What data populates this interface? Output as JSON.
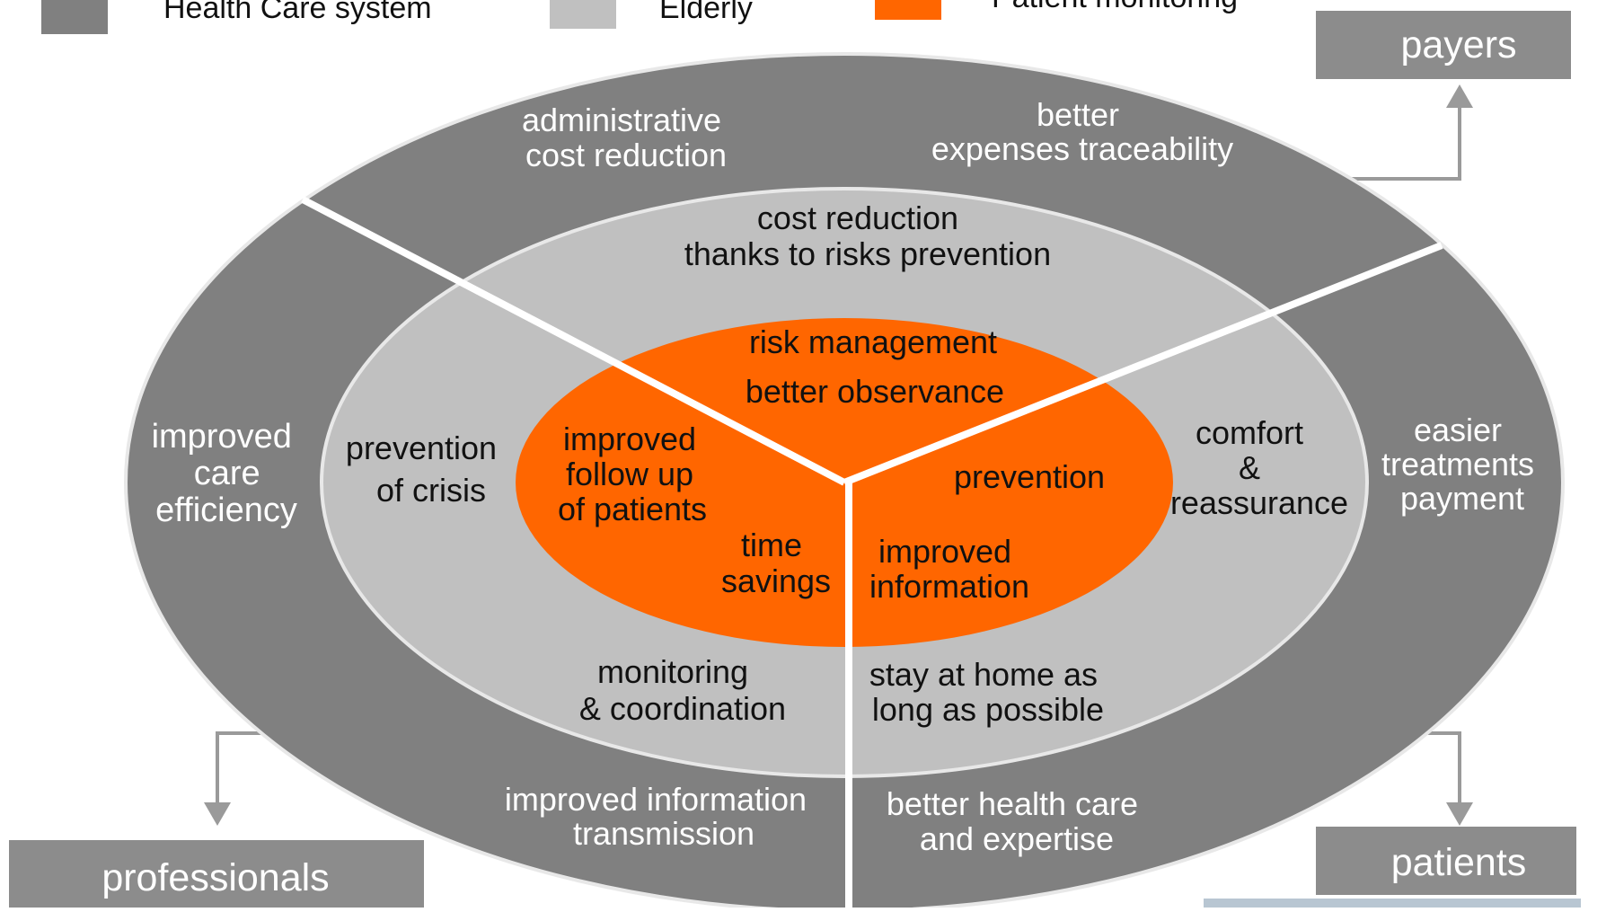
{
  "colors": {
    "outer_ring": "#808080",
    "middle_ring": "#c0c0c0",
    "center": "#ff6600",
    "divider": "#ffffff",
    "stroke": "#e8e8e8",
    "box": "#8c8c8c",
    "arrow": "#9a9a9a"
  },
  "legend": [
    {
      "label": "Health Care system",
      "color": "#808080"
    },
    {
      "label": "Elderly",
      "color": "#c0c0c0"
    },
    {
      "label": "Patient monitoring",
      "color": "#ff6600"
    }
  ],
  "boxes": {
    "payers": "payers",
    "professionals": "professionals",
    "patients": "patients"
  },
  "outer": {
    "admin": [
      "administrative",
      "cost reduction"
    ],
    "traceability": [
      "better",
      "expenses traceability"
    ],
    "care_efficiency": [
      "improved",
      "care",
      "efficiency"
    ],
    "treatments": [
      "easier",
      "treatments",
      "payment"
    ],
    "transmission": [
      "improved information",
      "transmission"
    ],
    "health_care": [
      "better health care",
      "and expertise"
    ]
  },
  "middle": {
    "cost_reduction": [
      "cost reduction",
      "thanks to risks prevention"
    ],
    "prevention_crisis": [
      "prevention",
      "of crisis"
    ],
    "comfort": [
      "comfort",
      "&",
      "reassurance"
    ],
    "monitoring": [
      "monitoring",
      "& coordination"
    ],
    "stay_home": [
      "stay at home as",
      "long as possible"
    ]
  },
  "center": {
    "risk": "risk management",
    "observance": "better observance",
    "follow_up": [
      "improved",
      "follow up",
      "of patients"
    ],
    "time": [
      "time",
      "savings"
    ],
    "prevention": "prevention",
    "information": [
      "improved",
      "information"
    ]
  }
}
